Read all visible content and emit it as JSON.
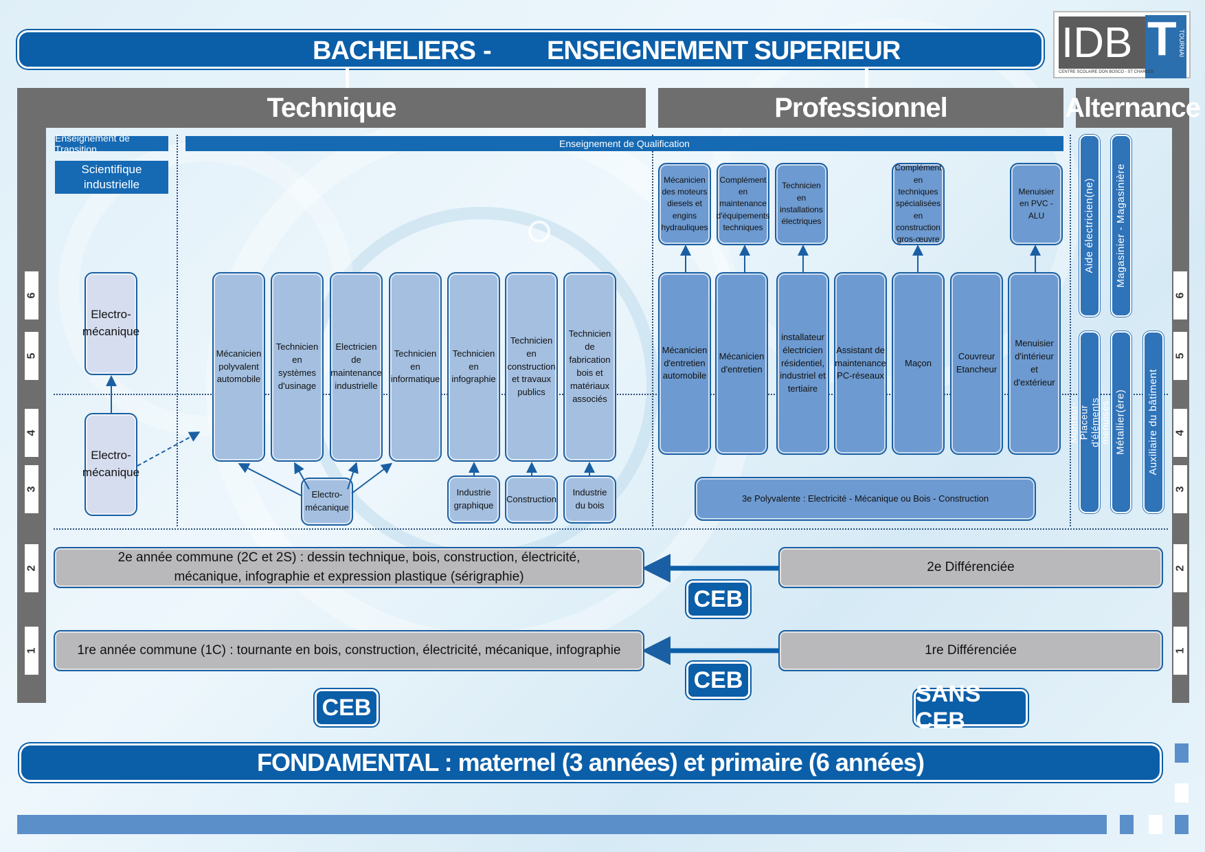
{
  "header": {
    "left": "BACHELIERS",
    "sep": "-",
    "right": "ENSEIGNEMENT SUPERIEUR"
  },
  "logo": {
    "main": "IDB",
    "letter": "T",
    "side": "TOURNAI",
    "sub": "CENTRE SCOLAIRE DON BOSCO - ST CHARLES"
  },
  "columns": {
    "technique": "Technique",
    "professionnel": "Professionnel",
    "alternance": "Alternance"
  },
  "bars": {
    "transition": "Enseignement de Transition",
    "qualification": "Enseignement de Qualification"
  },
  "scientifique": "Scientifique industrielle",
  "transition_boxes": {
    "upper": "Electro-mécanique",
    "lower": "Electro-mécanique"
  },
  "tq_options": [
    "Mécanicien polyvalent automobile",
    "Technicien en systèmes d'usinage",
    "Electricien de maintenance industrielle",
    "Technicien en informatique",
    "Technicien en infographie",
    "Technicien en construction et travaux publics",
    "Technicien de fabrication bois et matériaux associés"
  ],
  "tq_lower": [
    "Electro-mécanique",
    "Industrie graphique",
    "Construction",
    "Industrie du bois"
  ],
  "p7": [
    "Mécanicien des moteurs diesels et engins hydrauliques",
    "Complément en maintenance d'équipements techniques",
    "Technicien en installations électriques",
    "Complément en techniques spécialisées en construction gros-œuvre",
    "Menuisier en PVC - ALU"
  ],
  "p_options": [
    "Mécanicien d'entretien automobile",
    "Mécanicien d'entretien",
    "installateur électricien résidentiel, industriel et tertiaire",
    "Assistant de maintenance PC-réseaux",
    "Maçon",
    "Couvreur Etancheur",
    "Menuisier d'intérieur et d'extérieur"
  ],
  "polyvalente": "3e Polyvalente : Electricité - Mécanique ou Bois - Construction",
  "alternance": {
    "top": [
      "Aide électricien(ne)",
      "Magasinier - Magasinière"
    ],
    "bottom": [
      "Monteur-Placeur d'éléments menuisés",
      "Métallier(ère)",
      "Auxiliaire du bâtiment"
    ]
  },
  "year2": {
    "common": "2e année commune (2C et 2S) : dessin technique, bois, construction, électricité, mécanique, infographie et expression plastique (sérigraphie)",
    "diff": "2e Différenciée"
  },
  "year1": {
    "common": "1re année commune (1C) : tournante en bois, construction, électricité, mécanique, infographie",
    "diff": "1re Différenciée"
  },
  "ceb": "CEB",
  "sans_ceb": "SANS CEB",
  "footer": "FONDAMENTAL : maternel (3 années) et primaire (6 années)",
  "years": [
    "1",
    "2",
    "3",
    "4",
    "5",
    "6"
  ],
  "colors": {
    "primary": "#0b5ea8",
    "gray": "#6e6e6e"
  }
}
